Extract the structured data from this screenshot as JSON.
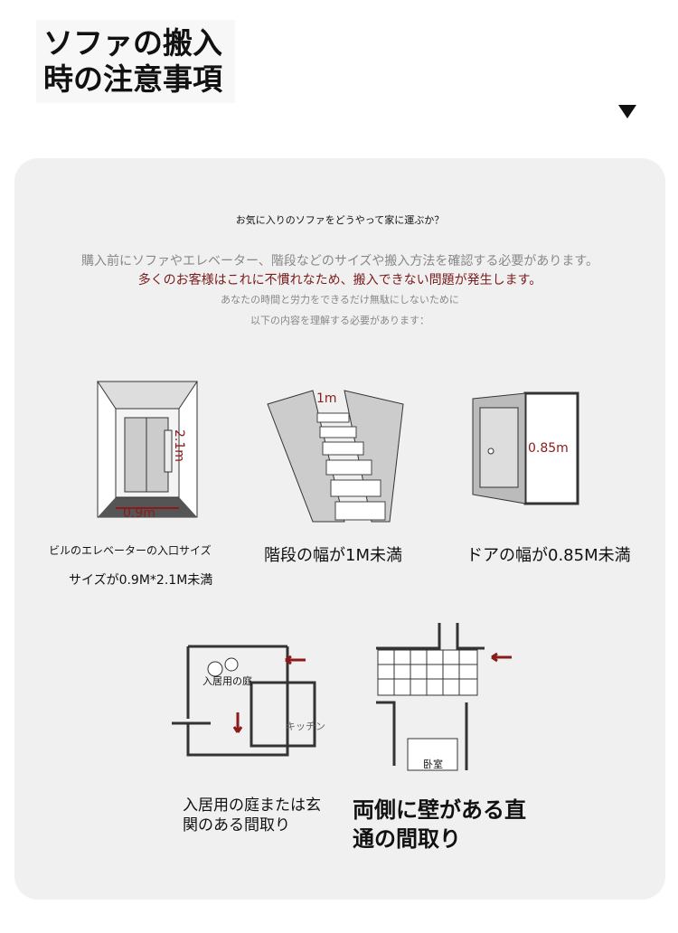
{
  "header": {
    "title": "ソファの搬入時の注意事項"
  },
  "intro": {
    "question": "お気に入りのソファをどうやって家に運ぶか？",
    "line1": "購入前にソファやエレベーター、階段などのサイズや搬入方法を確認する必要があります。",
    "line2": "多くのお客様はこれに不慣れなため、搬入できない問題が発生します。",
    "line3": "あなたの時間と労力をできるだけ無駄にしないために",
    "line4": "以下の内容を理解する必要があります："
  },
  "items": [
    {
      "caption": "ビルのエレベーターの入口サイズ",
      "sub": "サイズが0.9M*2.1M未満",
      "dim_h": "2.1m",
      "dim_w": "0.9m"
    },
    {
      "caption": "階段の幅が1M未満",
      "dim": "1m"
    },
    {
      "caption": "ドアの幅が0.85M未満",
      "dim": "0.85m"
    },
    {
      "caption": "入居用の庭または玄関のある間取り",
      "label_garden": "入居用の庭",
      "label_kitchen": "キッチン"
    },
    {
      "caption": "両側に壁がある直通の間取り",
      "label_room": "卧室"
    }
  ],
  "colors": {
    "accent": "#8b1a1a",
    "panel": "#f0f0f0"
  }
}
